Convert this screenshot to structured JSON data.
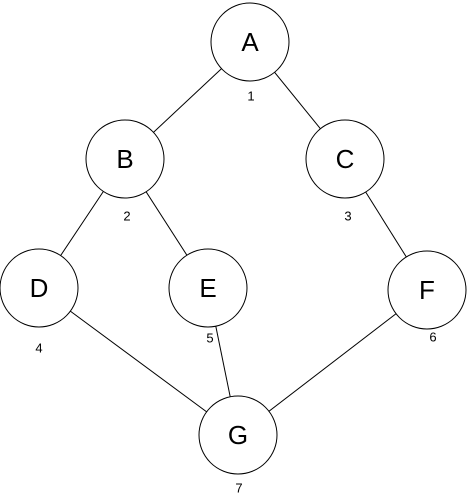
{
  "nodes": [
    {
      "id": "A",
      "label": "A",
      "order": "1"
    },
    {
      "id": "B",
      "label": "B",
      "order": "2"
    },
    {
      "id": "C",
      "label": "C",
      "order": "3"
    },
    {
      "id": "D",
      "label": "D",
      "order": "4"
    },
    {
      "id": "E",
      "label": "E",
      "order": "5"
    },
    {
      "id": "F",
      "label": "F",
      "order": "6"
    },
    {
      "id": "G",
      "label": "G",
      "order": "7"
    }
  ],
  "edges": [
    {
      "from": "A",
      "to": "B"
    },
    {
      "from": "A",
      "to": "C"
    },
    {
      "from": "B",
      "to": "D"
    },
    {
      "from": "B",
      "to": "E"
    },
    {
      "from": "C",
      "to": "F"
    },
    {
      "from": "D",
      "to": "G"
    },
    {
      "from": "E",
      "to": "G"
    },
    {
      "from": "F",
      "to": "G"
    }
  ],
  "colors": {
    "stroke": "#000000",
    "fill": "#ffffff",
    "text": "#000000"
  }
}
